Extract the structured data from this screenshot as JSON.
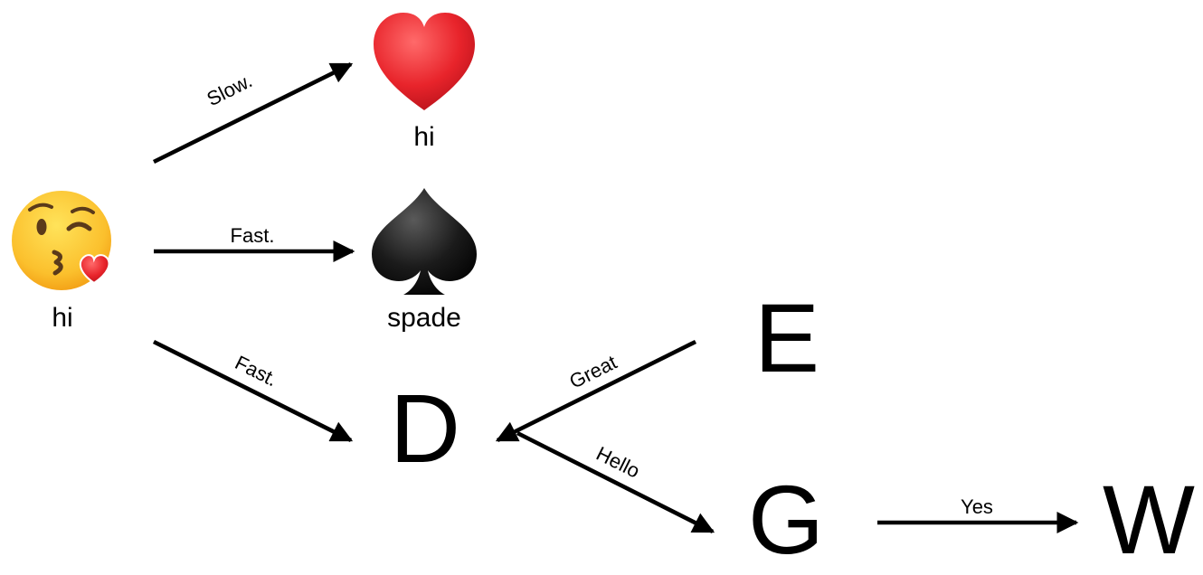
{
  "diagram": {
    "nodes": {
      "kiss": {
        "label": "hi",
        "icon": "face-blowing-kiss-icon"
      },
      "heart": {
        "label": "hi",
        "icon": "red-heart-icon"
      },
      "spade": {
        "label": "spade",
        "icon": "spade-icon"
      },
      "d": {
        "label": "D"
      },
      "e": {
        "label": "E"
      },
      "g": {
        "label": "G"
      },
      "w": {
        "label": "W"
      }
    },
    "edges": {
      "kiss_to_heart": {
        "from": "kiss",
        "to": "heart",
        "label": "Slow."
      },
      "kiss_to_spade": {
        "from": "kiss",
        "to": "spade",
        "label": "Fast."
      },
      "kiss_to_d": {
        "from": "kiss",
        "to": "d",
        "label": "Fast."
      },
      "e_to_d": {
        "from": "e",
        "to": "d",
        "label": "Great"
      },
      "d_to_g": {
        "from": "d",
        "to": "g",
        "label": "Hello"
      },
      "g_to_w": {
        "from": "g",
        "to": "w",
        "label": "Yes"
      }
    },
    "colors": {
      "line": "#000000",
      "heart": "#e8242b",
      "face": "#fbc02d",
      "spade": "#1b1b1b"
    }
  }
}
